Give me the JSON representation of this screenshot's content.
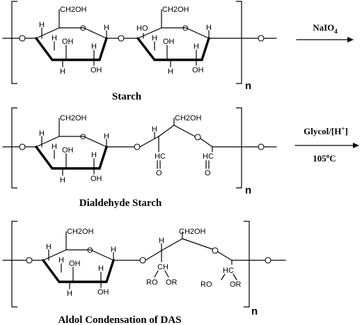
{
  "steps": [
    {
      "caption": "Starch",
      "repeat_n": "n",
      "labels": {
        "ch2oh": "CH2OH",
        "h": "H",
        "oh": "OH",
        "ho": "HO"
      }
    },
    {
      "caption": "Dialdehyde Starch",
      "repeat_n": "n",
      "labels": {
        "ch2oh": "CH2OH",
        "h": "H",
        "oh": "OH",
        "hc": "HC",
        "o": "O"
      }
    },
    {
      "caption": "Aldol Condensation of DAS",
      "repeat_n": "n",
      "labels": {
        "ch2oh": "CH2OH",
        "h": "H",
        "oh": "OH",
        "ch": "CH",
        "hc": "HC",
        "ro": "RO",
        "or": "OR"
      }
    }
  ],
  "reagents": {
    "step1": {
      "text": "NaIO",
      "sub": "4"
    },
    "step2": {
      "line1_main": "Glycol/[H",
      "line1_sup": "+",
      "line1_end": "]",
      "line2_main": "105",
      "line2_sup": "o",
      "line2_end": "C"
    }
  }
}
